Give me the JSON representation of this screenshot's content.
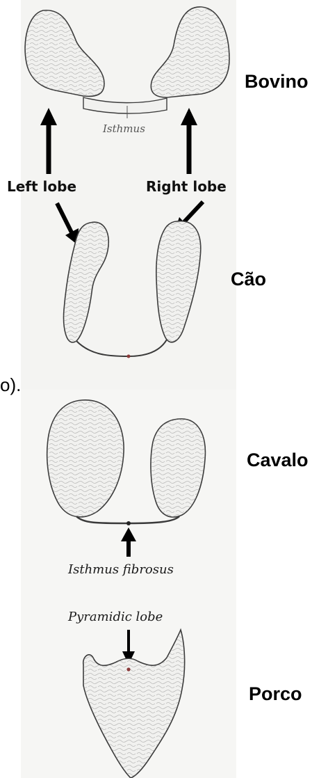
{
  "labels": {
    "bovino": "Bovino",
    "cao": "Cão",
    "cavalo": "Cavalo",
    "porco": "Porco",
    "isthmus": "Isthmus",
    "left_lobe": "Left lobe",
    "right_lobe": "Right lobe",
    "isthmus_fibrosus": "Isthmus fibrosus",
    "pyramidic_lobe": "Pyramidic lobe",
    "cut_text": "o)."
  },
  "colors": {
    "lobe_fill": "#f1f1ef",
    "lobe_stroke": "#3a3a3a",
    "texture": "#8a8a8a",
    "panel_bg": "#f4f4f2",
    "arrow": "#000000"
  }
}
